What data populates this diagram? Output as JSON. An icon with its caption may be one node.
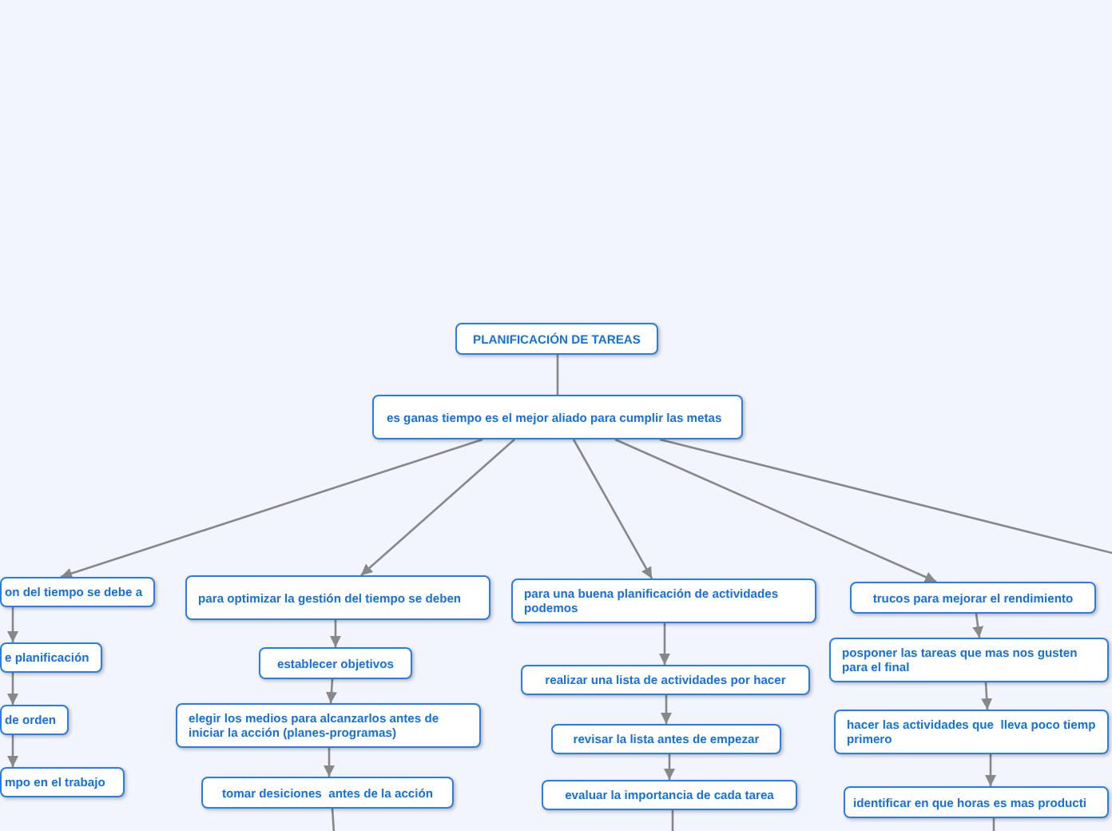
{
  "diagram": {
    "nodes": [
      {
        "text": [
          "PLANIFICACIÓN DE TAREAS"
        ]
      },
      {
        "text": [
          "es ganas tiempo es el mejor aliado para cumplir las metas"
        ]
      },
      {
        "text": [
          "on del tiempo se debe a"
        ]
      },
      {
        "text": [
          "e planificación"
        ]
      },
      {
        "text": [
          "de orden"
        ]
      },
      {
        "text": [
          "mpo en el trabajo"
        ]
      },
      {
        "text": [
          "para optimizar la gestión del tiempo se deben"
        ]
      },
      {
        "text": [
          "establecer objetivos"
        ]
      },
      {
        "text": [
          "elegir los medios para alcanzarlos antes de iniciar la acción (planes-programas)"
        ]
      },
      {
        "text": [
          "tomar desiciones  antes de la acción"
        ]
      },
      {
        "text": [
          "para una buena planificación de actividades podemos"
        ]
      },
      {
        "text": [
          "realizar una lista de actividades por hacer"
        ]
      },
      {
        "text": [
          "revisar la lista antes de empezar"
        ]
      },
      {
        "text": [
          "evaluar la importancia de cada tarea"
        ]
      },
      {
        "text": [
          "trucos para mejorar el rendimiento"
        ]
      },
      {
        "text": [
          "posponer las tareas que mas nos gusten para el final"
        ]
      },
      {
        "text": [
          "hacer las actividades que  lleva poco tiemp primero"
        ]
      },
      {
        "text": [
          "identificar en que horas es mas producti"
        ]
      }
    ],
    "edges": [
      {
        "from": 0,
        "to": 1,
        "arrow": "none"
      },
      {
        "from": 1,
        "to": 2,
        "arrow": "to"
      },
      {
        "from": 1,
        "to": 6,
        "arrow": "to"
      },
      {
        "from": 1,
        "to": 10,
        "arrow": "to"
      },
      {
        "from": 1,
        "to": 14,
        "arrow": "to"
      },
      {
        "from": 1,
        "to": null,
        "arrow": "none"
      },
      {
        "from": 2,
        "to": 3,
        "arrow": "to"
      },
      {
        "from": 3,
        "to": 4,
        "arrow": "to"
      },
      {
        "from": 4,
        "to": 5,
        "arrow": "to"
      },
      {
        "from": 6,
        "to": 7,
        "arrow": "to"
      },
      {
        "from": 7,
        "to": 8,
        "arrow": "to"
      },
      {
        "from": 8,
        "to": 9,
        "arrow": "to"
      },
      {
        "from": 9,
        "to": null,
        "arrow": "none"
      },
      {
        "from": 10,
        "to": 11,
        "arrow": "to"
      },
      {
        "from": 11,
        "to": 12,
        "arrow": "to"
      },
      {
        "from": 12,
        "to": 13,
        "arrow": "to"
      },
      {
        "from": 13,
        "to": null,
        "arrow": "none"
      },
      {
        "from": 14,
        "to": 15,
        "arrow": "to"
      },
      {
        "from": 15,
        "to": 16,
        "arrow": "to"
      },
      {
        "from": 16,
        "to": 17,
        "arrow": "to"
      },
      {
        "from": 17,
        "to": null,
        "arrow": "none"
      }
    ]
  }
}
